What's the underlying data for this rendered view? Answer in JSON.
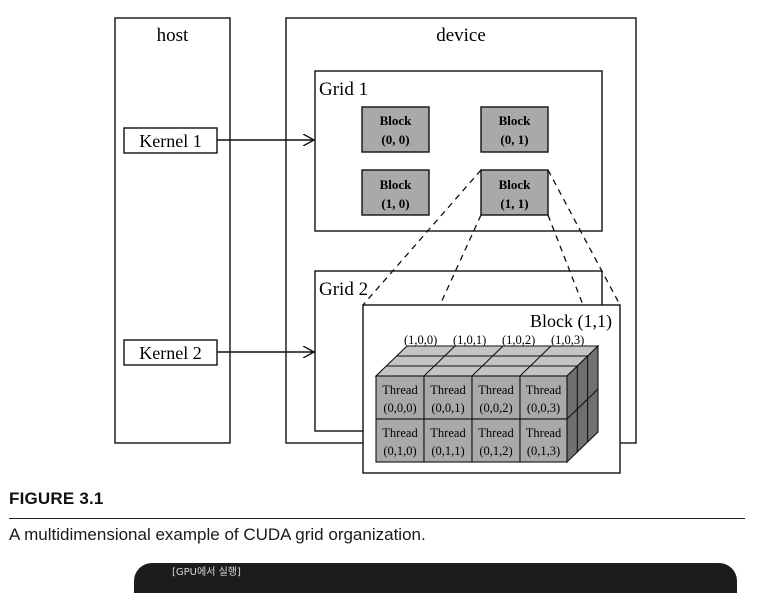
{
  "diagram": {
    "host_label": "host",
    "device_label": "device",
    "kernel1_label": "Kernel 1",
    "kernel2_label": "Kernel 2",
    "grid1_label": "Grid 1",
    "grid2_label": "Grid 2",
    "grid1_blocks": [
      {
        "line1": "Block",
        "line2": "(0, 0)"
      },
      {
        "line1": "Block",
        "line2": "(0, 1)"
      },
      {
        "line1": "Block",
        "line2": "(1, 0)"
      },
      {
        "line1": "Block",
        "line2": "(1, 1)"
      }
    ],
    "zoom_block_label": "Block (1,1)",
    "depth_labels": [
      "(1,0,0)",
      "(1,0,1)",
      "(1,0,2)",
      "(1,0,3)"
    ],
    "threads": [
      {
        "line1": "Thread",
        "line2": "(0,0,0)"
      },
      {
        "line1": "Thread",
        "line2": "(0,0,1)"
      },
      {
        "line1": "Thread",
        "line2": "(0,0,2)"
      },
      {
        "line1": "Thread",
        "line2": "(0,0,3)"
      },
      {
        "line1": "Thread",
        "line2": "(0,1,0)"
      },
      {
        "line1": "Thread",
        "line2": "(0,1,1)"
      },
      {
        "line1": "Thread",
        "line2": "(0,1,2)"
      },
      {
        "line1": "Thread",
        "line2": "(0,1,3)"
      }
    ]
  },
  "caption": {
    "label": "FIGURE 3.1",
    "text": "A multidimensional example of CUDA grid organization."
  },
  "bottom_window": {
    "title": "[GPU에서 실행]"
  },
  "colors": {
    "block_fill": "#a9a9a9",
    "thread_top": "#c4c4c4",
    "thread_side": "#707070",
    "line": "#111111"
  }
}
